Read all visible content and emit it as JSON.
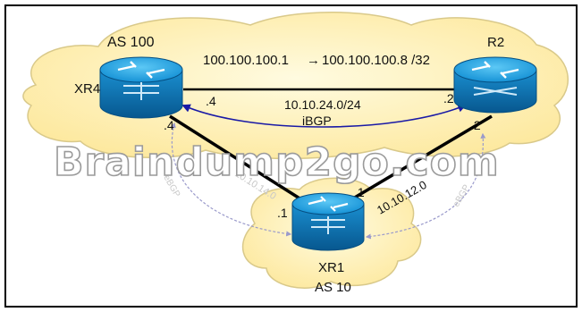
{
  "clouds": {
    "top_as_label": "AS 100",
    "bottom_as_label": "AS 10"
  },
  "routers": {
    "xr4": {
      "name": "XR4"
    },
    "r2": {
      "name": "R2"
    },
    "xr1": {
      "name": "XR1"
    }
  },
  "links": {
    "xr4_r2": {
      "subnet": "10.10.24.0/24",
      "protocol": "iBGP",
      "xr4_end": ".4",
      "r2_end": ".2"
    },
    "xr4_xr1": {
      "xr4_end": ".4",
      "xr1_end": ".1",
      "faded_subnet": "10.10.14.0",
      "faded_protocol": "eBGP"
    },
    "r2_xr1": {
      "r2_end": ".2",
      "xr1_end": ".1",
      "subnet": "10.10.12.0",
      "faded_protocol": "eBGP"
    }
  },
  "route_annotation": {
    "from": "100.100.100.1",
    "arrow": "→",
    "to": "100.100.100.8 /32"
  },
  "watermark": "Braindump2go.com",
  "colors": {
    "cloud_fill": "#fff3b8",
    "router_top": "#1fa6e6",
    "router_side": "#0b6fb0",
    "session_arc": "#1a1aa6",
    "link": "#000000"
  }
}
